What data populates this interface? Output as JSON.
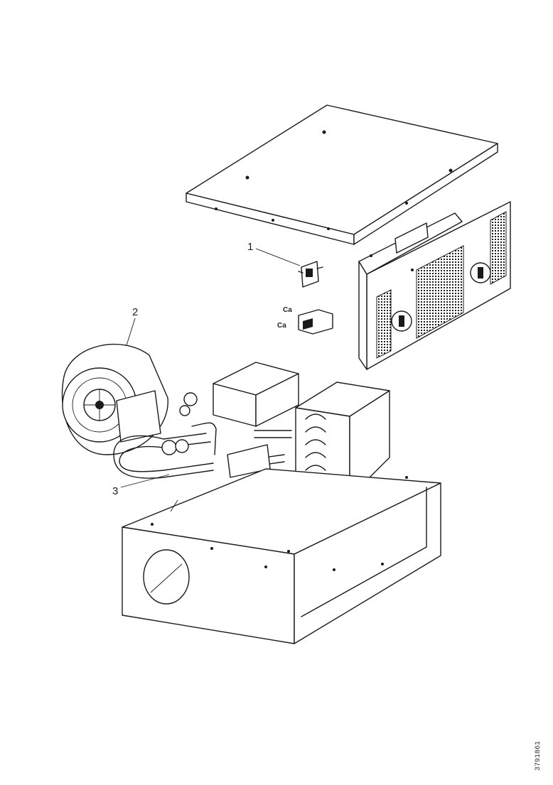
{
  "callouts": {
    "item1": "1",
    "item2": "2",
    "item3": "3"
  },
  "side_labels": {
    "label_a": "Ca",
    "label_b": "Ca"
  },
  "document_reference": "3791861",
  "colors": {
    "line": "#1a1a1a",
    "background": "#ffffff"
  }
}
